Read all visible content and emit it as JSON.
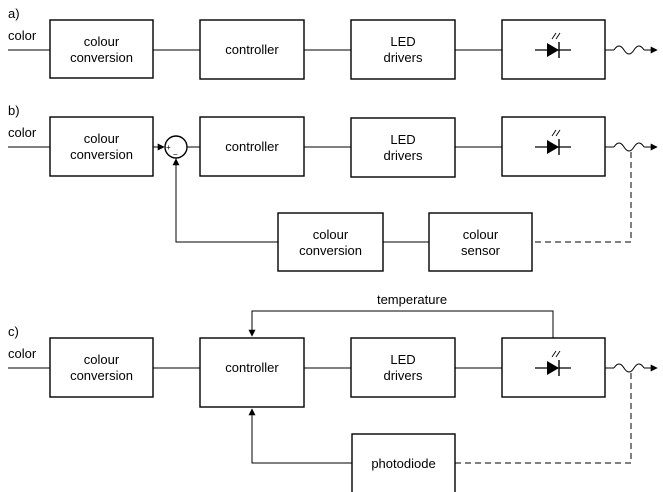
{
  "diagram_a": {
    "label": "a)",
    "input": "color",
    "colour_conversion": [
      "colour",
      "conversion"
    ],
    "controller": "controller",
    "led_drivers": [
      "LED",
      "drivers"
    ]
  },
  "diagram_b": {
    "label": "b)",
    "input": "color",
    "colour_conversion": [
      "colour",
      "conversion"
    ],
    "controller": "controller",
    "led_drivers": [
      "LED",
      "drivers"
    ],
    "sum_plus": "+",
    "sum_minus": "−",
    "feedback_colour_conversion": [
      "colour",
      "conversion"
    ],
    "colour_sensor": [
      "colour",
      "sensor"
    ]
  },
  "diagram_c": {
    "label": "c)",
    "input": "color",
    "colour_conversion": [
      "colour",
      "conversion"
    ],
    "controller": "controller",
    "led_drivers": [
      "LED",
      "drivers"
    ],
    "temperature": "temperature",
    "photodiode": "photodiode"
  },
  "icons": {
    "led": "led-diode-icon",
    "light_output": "light-wave-icon"
  }
}
